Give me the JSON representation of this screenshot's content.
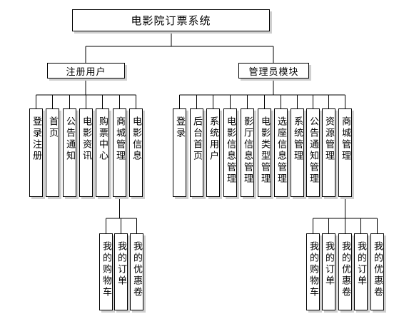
{
  "title": "电影院订票系统",
  "groups": {
    "user": {
      "label": "注册用户",
      "items": [
        "登录注册",
        "首页",
        "公告通知",
        "电影资讯",
        "购票中心",
        "商城管理",
        "电影信息"
      ],
      "mall_sub": [
        "我的购物车",
        "我的订单",
        "我的优惠卷"
      ]
    },
    "admin": {
      "label": "管理员模块",
      "items": [
        "登录",
        "后台首页",
        "系统用户",
        "电影信息管理",
        "影厅信息管理",
        "电影类型管理",
        "选座信息管理",
        "系统管理",
        "公告通知管理",
        "资源管理",
        "商城管理"
      ],
      "mall_sub": [
        "我的购物车",
        "我的订单",
        "我的优惠卷",
        "我的订单",
        "我的优惠卷"
      ]
    }
  }
}
